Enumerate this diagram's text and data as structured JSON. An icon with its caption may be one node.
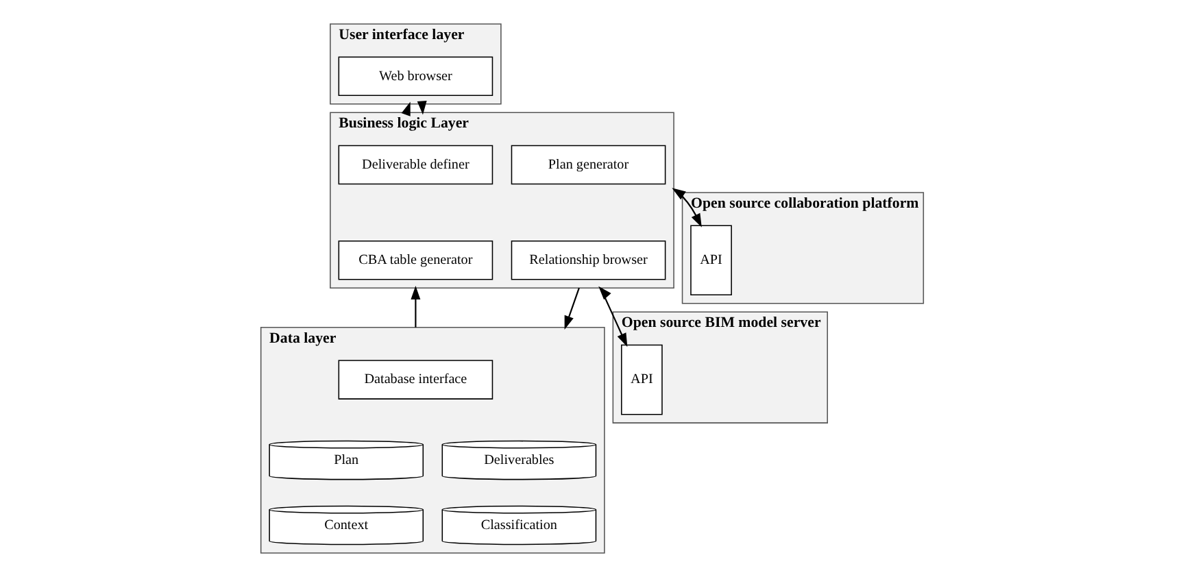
{
  "diagram": {
    "nodes": [
      {
        "text": [
          "User interface layer"
        ]
      },
      {
        "text": [
          "Web browser"
        ],
        "in": 0
      },
      {
        "text": [
          "Business logic Layer"
        ]
      },
      {
        "text": [
          "Deliverable definer"
        ],
        "in": 2
      },
      {
        "text": [
          "Plan generator"
        ],
        "in": 2
      },
      {
        "text": [
          "CBA table generator"
        ],
        "in": 2
      },
      {
        "text": [
          "Relationship browser"
        ],
        "in": 2
      },
      {
        "text": [
          "Data layer"
        ]
      },
      {
        "text": [
          "Database interface"
        ],
        "in": 7
      },
      {
        "text": [
          "Plan"
        ],
        "in": 7
      },
      {
        "text": [
          "Deliverables"
        ],
        "in": 7
      },
      {
        "text": [
          "Context"
        ],
        "in": 7
      },
      {
        "text": [
          "Classification"
        ],
        "in": 7
      },
      {
        "text": [
          "Open source collaboration platform"
        ]
      },
      {
        "text": [
          "API"
        ],
        "in": 13
      },
      {
        "text": [
          "Open source BIM model server"
        ]
      },
      {
        "text": [
          "API"
        ],
        "in": 15
      }
    ],
    "edges": [
      {
        "from": 2,
        "to": 0,
        "arrow": "to"
      },
      {
        "from": 0,
        "to": 2,
        "arrow": "to"
      },
      {
        "from": 7,
        "to": 2,
        "arrow": "to"
      },
      {
        "from": 2,
        "to": 7,
        "arrow": "to"
      },
      {
        "from": 2,
        "to": 14,
        "arrow": "both"
      },
      {
        "from": 2,
        "to": 16,
        "arrow": "both"
      }
    ]
  }
}
